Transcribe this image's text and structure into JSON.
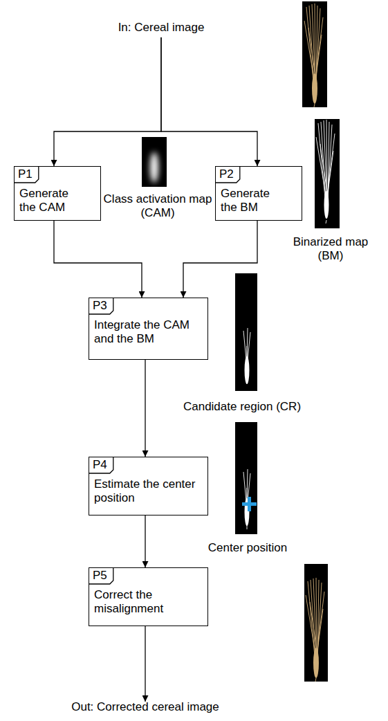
{
  "diagram": {
    "nodes": [
      {
        "text": [
          "In: Cereal image"
        ]
      },
      {
        "text": [
          "P1",
          "Generate the CAM"
        ]
      },
      {
        "text": [
          "P2",
          "Generate the BM"
        ]
      },
      {
        "text": [
          "P3",
          "Integrate the CAM and the BM"
        ]
      },
      {
        "text": [
          "P4",
          "Estimate the center position"
        ]
      },
      {
        "text": [
          "P5",
          "Correct the misalignment"
        ]
      },
      {
        "text": [
          "Out: Corrected cereal image"
        ]
      }
    ],
    "edges": [
      {
        "from": 0,
        "to": 1,
        "arrow": "to"
      },
      {
        "from": 0,
        "to": 2,
        "arrow": "to"
      },
      {
        "from": 1,
        "to": 3,
        "arrow": "to"
      },
      {
        "from": 2,
        "to": 3,
        "arrow": "to"
      },
      {
        "from": 3,
        "to": 4,
        "arrow": "to"
      },
      {
        "from": 4,
        "to": 5,
        "arrow": "to"
      },
      {
        "from": 5,
        "to": 6,
        "arrow": "to"
      }
    ],
    "labels": [
      "Class activation map (CAM)",
      "Binarized map (BM)",
      "Candidate region (CR)",
      "Center position"
    ]
  }
}
